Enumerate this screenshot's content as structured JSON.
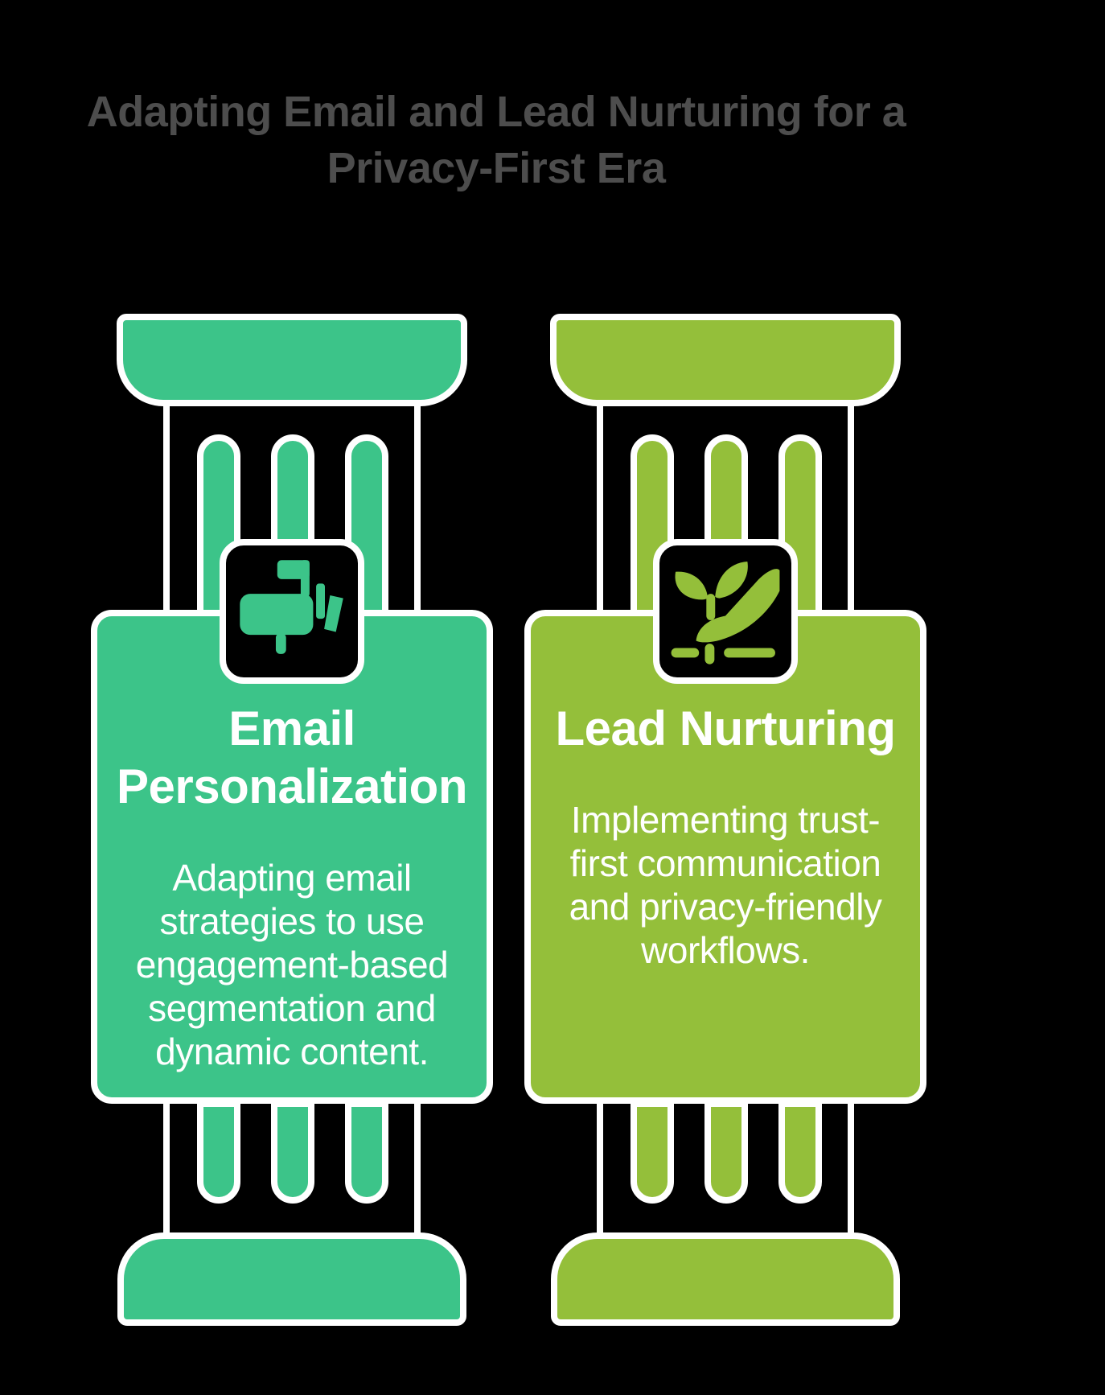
{
  "title": {
    "lines": [
      "Adapting Email and Lead Nurturing for a",
      "Privacy-First Era"
    ]
  },
  "pillars": [
    {
      "id": "email-personalization",
      "accent": "#3CC489",
      "icon": "mailbox-icon",
      "heading_lines": [
        "Email",
        "Personalization"
      ],
      "body_lines": [
        "Adapting email",
        "strategies to use",
        "engagement-based",
        "segmentation and",
        "dynamic content."
      ]
    },
    {
      "id": "lead-nurturing",
      "accent": "#94BF3A",
      "icon": "seedling-hand-icon",
      "heading_lines": [
        "Lead Nurturing"
      ],
      "body_lines": [
        "Implementing trust-",
        "first communication",
        "and privacy-friendly",
        "workflows."
      ]
    }
  ],
  "colors": {
    "background": "#000000",
    "outline": "#FFFFFF",
    "title_text": "#4D4D4D",
    "card_text": "#FFFFFF",
    "emerald_accent": "#3CC489",
    "lime_accent": "#94BF3A"
  }
}
